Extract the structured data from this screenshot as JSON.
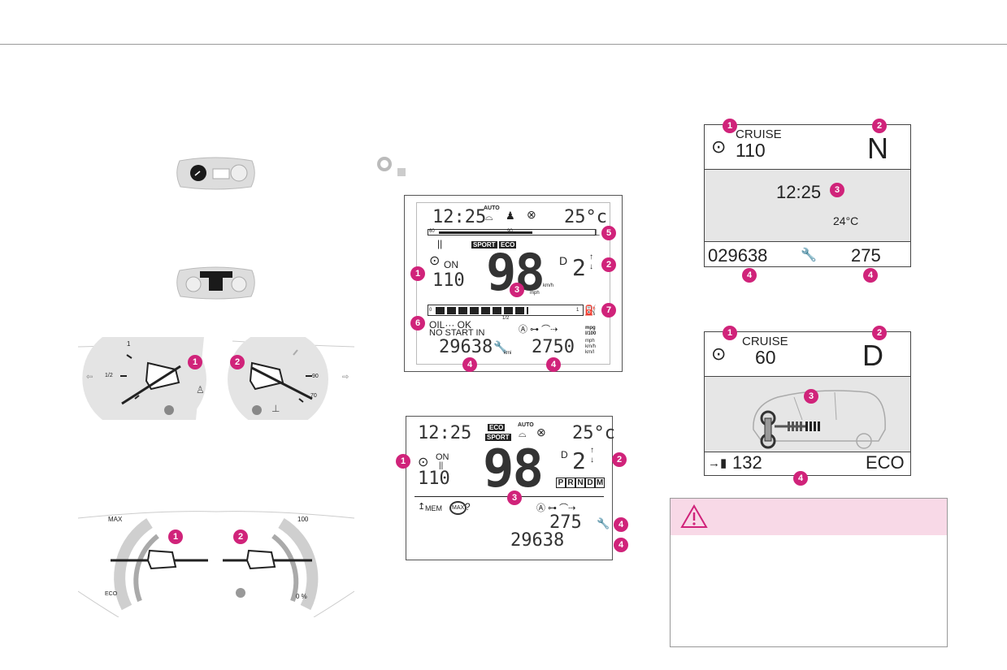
{
  "colors": {
    "accent": "#d0237a",
    "warning_band": "#f8d9e7",
    "panel_band": "#e6e6e6"
  },
  "icons": [
    "steering-wheel-icon",
    "cruise-control-icon",
    "wrench-icon",
    "fuel-pump-icon",
    "warning-triangle-icon",
    "seatbelt-icon",
    "coolant-temperature-icon",
    "windscreen-wiper-icon",
    "speed-limiter-icon"
  ],
  "left_gauges": {
    "fuel_marks": {
      "top": "1",
      "half": "1/2"
    },
    "temp_marks": {
      "mid": "90",
      "low": "70"
    },
    "eco_gauge": {
      "max": "MAX",
      "full": "100",
      "eco": "ECO",
      "zero": "0 %"
    },
    "badges": [
      "1",
      "2",
      "1",
      "2"
    ]
  },
  "lcd1": {
    "time": "12:25",
    "auto": "AUTO",
    "temp": "25°c",
    "bar_low": "60",
    "bar_high": "90",
    "sport": "SPORT",
    "eco": "ECO",
    "on": "ON",
    "cruise_speed": "110",
    "speed": "98",
    "unit_kmh": "km/h",
    "unit_mph": "mph",
    "gear_mode": "D",
    "gear": "2",
    "fuel_zero": "0",
    "fuel_half": "1/2",
    "fuel_one": "1",
    "oil": "OIL··· OK",
    "no_start": "NO START IN",
    "odometer": "29638",
    "odo_unit": "kmi",
    "range": "2750",
    "unit_mpg": "mpg",
    "unit_l100": "l/100",
    "unit_mph2": "mph",
    "unit_kmh2": "km/h",
    "unit_kml": "km/l",
    "badges": {
      "b1": "1",
      "b2": "2",
      "b3": "3",
      "b4a": "4",
      "b4b": "4",
      "b5": "5",
      "b6": "6",
      "b7": "7"
    }
  },
  "lcd2": {
    "time": "12:25",
    "eco": "ECO",
    "sport": "SPORT",
    "auto": "AUTO",
    "temp": "25°c",
    "on": "ON",
    "cruise_speed": "110",
    "speed": "98",
    "gear_mode": "D",
    "gear": "2",
    "prndm": [
      "P",
      "R",
      "N",
      "D",
      "M"
    ],
    "mem": "MEM",
    "max": "MAX",
    "question": "?",
    "service": "275",
    "odometer": "29638",
    "badges": {
      "b1": "1",
      "b2": "2",
      "b3": "3",
      "b4a": "4",
      "b4b": "4"
    }
  },
  "panel1": {
    "cruise_label": "CRUISE",
    "cruise_speed": "110",
    "gear": "N",
    "time": "12:25",
    "outside_temp": "24°C",
    "odometer": "029638",
    "service": "275",
    "badges": {
      "b1": "1",
      "b2": "2",
      "b3": "3",
      "b4a": "4",
      "b4b": "4"
    }
  },
  "panel2": {
    "cruise_label": "CRUISE",
    "cruise_speed": "60",
    "gear": "D",
    "range": "132",
    "mode": "ECO",
    "badges": {
      "b1": "1",
      "b2": "2",
      "b3": "3",
      "b4": "4"
    }
  }
}
